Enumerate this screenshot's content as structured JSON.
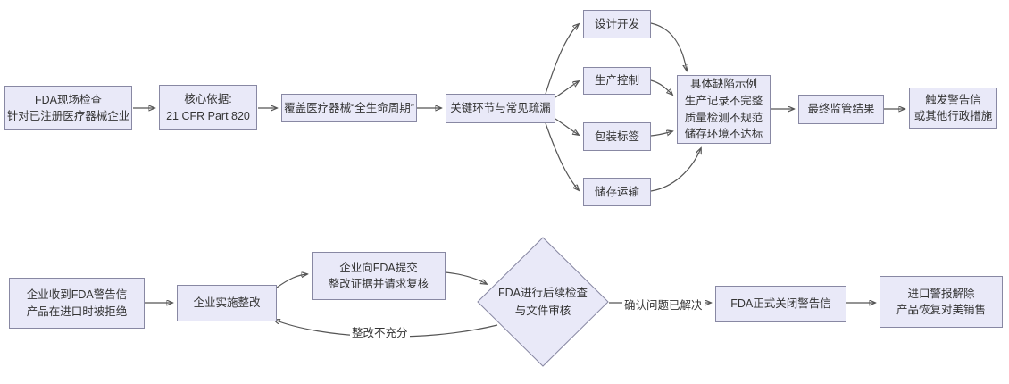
{
  "colors": {
    "background": "#ffffff",
    "node_fill": "#e9e9f8",
    "node_border": "#8888a3",
    "line": "#555555",
    "text": "#333333"
  },
  "nodes": {
    "inspection": {
      "label": "FDA现场检查\n针对已注册医疗器械企业"
    },
    "basis": {
      "label": "核心依据:\n21 CFR Part 820"
    },
    "lifecycle": {
      "label": "覆盖医疗器械“全生命周期”"
    },
    "key_links": {
      "label": "关键环节与常见疏漏"
    },
    "design": {
      "label": "设计开发"
    },
    "production": {
      "label": "生产控制"
    },
    "packaging": {
      "label": "包装标签"
    },
    "storage": {
      "label": "储存运输"
    },
    "defects": {
      "label": "具体缺陷示例\n生产记录不完整\n质量检测不规范\n储存环境不达标"
    },
    "outcome": {
      "label": "最终监管结果"
    },
    "warning": {
      "label": "触发警告信\n或其他行政措施"
    },
    "received": {
      "label": "企业收到FDA警告信\n产品在进口时被拒绝"
    },
    "remediate": {
      "label": "企业实施整改"
    },
    "submit": {
      "label": "企业向FDA提交\n整改证据并请求复核"
    },
    "review": {
      "label": "FDA进行后续检查\n与文件审核"
    },
    "close": {
      "label": "FDA正式关闭警告信"
    },
    "restored": {
      "label": "进口警报解除\n产品恢复对美销售"
    }
  },
  "edge_labels": {
    "resolved": "确认问题已解决",
    "insufficient": "整改不充分"
  }
}
